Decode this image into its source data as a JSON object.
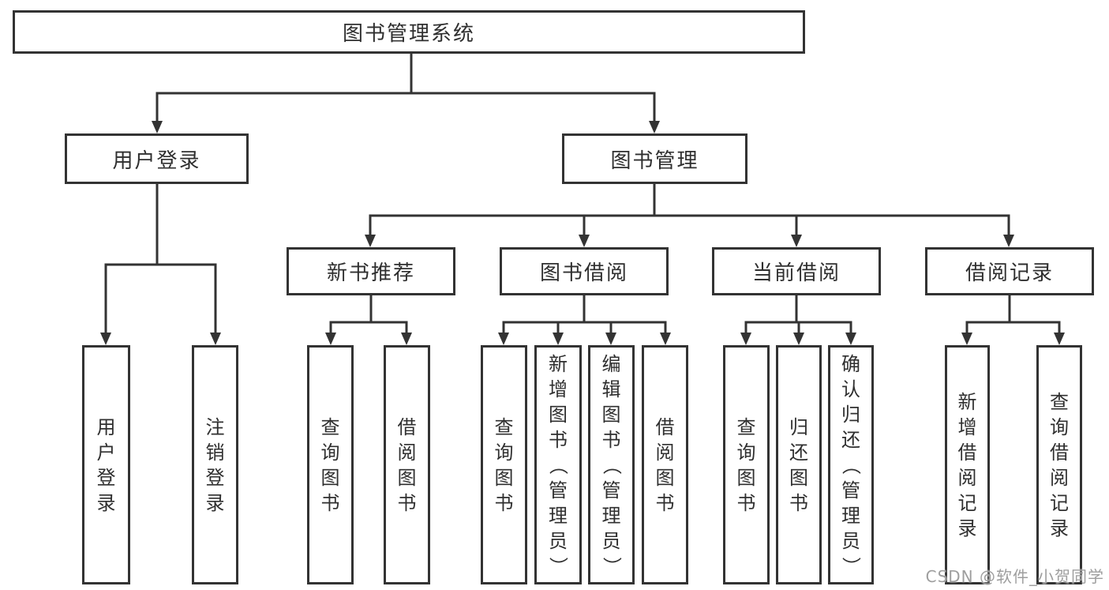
{
  "diagram": {
    "root": {
      "label": "图书管理系统"
    },
    "level2": [
      {
        "id": "user-login",
        "label": "用户登录"
      },
      {
        "id": "book-management",
        "label": "图书管理"
      }
    ],
    "level3": [
      {
        "id": "new-book-recommend",
        "label": "新书推荐"
      },
      {
        "id": "book-borrow",
        "label": "图书借阅"
      },
      {
        "id": "current-borrow",
        "label": "当前借阅"
      },
      {
        "id": "borrow-record",
        "label": "借阅记录"
      }
    ],
    "leaves": [
      {
        "label": "用户登录"
      },
      {
        "label": "注销登录"
      },
      {
        "label": "查询图书"
      },
      {
        "label": "借阅图书"
      },
      {
        "label": "查询图书"
      },
      {
        "label": "新增图书（管理员）"
      },
      {
        "label": "编辑图书（管理员）"
      },
      {
        "label": "借阅图书"
      },
      {
        "label": "查询图书"
      },
      {
        "label": "归还图书"
      },
      {
        "label": "确认归还（管理员）"
      },
      {
        "label": "新增借阅记录"
      },
      {
        "label": "查询借阅记录"
      }
    ]
  },
  "watermark": {
    "text": "CSDN @软件_小贺同学"
  },
  "colors": {
    "line": "#333333",
    "box_fill": "#ffffff",
    "text": "#2f2f2f",
    "watermark": "#9e9e9e"
  }
}
